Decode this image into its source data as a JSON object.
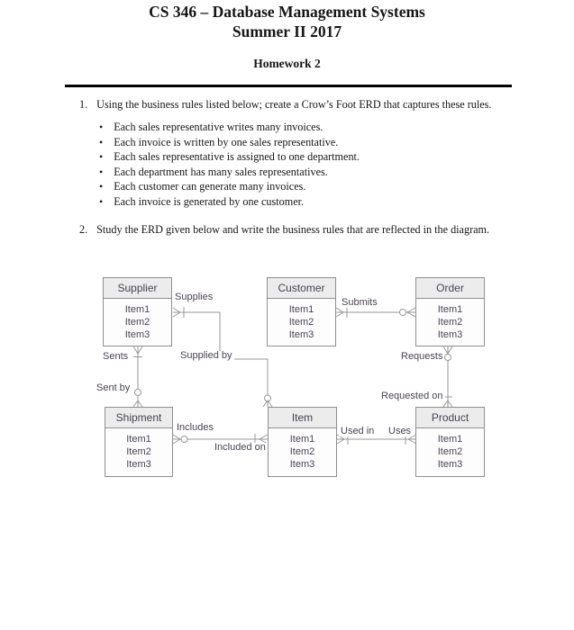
{
  "document": {
    "course_title": "CS 346 – Database Management Systems",
    "term": "Summer II 2017",
    "section_title": "Homework 2",
    "question1": {
      "number": "1.",
      "text": "Using the business rules listed below; create a Crow’s Foot ERD that captures these rules.",
      "bullets": [
        "Each sales representative writes many invoices.",
        "Each invoice is written by one sales representative.",
        "Each sales representative is assigned to one department.",
        "Each department has many sales representatives.",
        "Each customer can generate many invoices.",
        "Each invoice is generated by one customer."
      ]
    },
    "question2": {
      "number": "2.",
      "text": "Study the ERD given below and write the business rules that are reflected in the diagram."
    }
  },
  "diagram": {
    "entities": [
      {
        "name": "Supplier",
        "attributes": [
          "Item1",
          "Item2",
          "Item3"
        ]
      },
      {
        "name": "Customer",
        "attributes": [
          "Item1",
          "Item2",
          "Item3"
        ]
      },
      {
        "name": "Order",
        "attributes": [
          "Item1",
          "Item2",
          "Item3"
        ]
      },
      {
        "name": "Shipment",
        "attributes": [
          "Item1",
          "Item2",
          "Item3"
        ]
      },
      {
        "name": "Item",
        "attributes": [
          "Item1",
          "Item2",
          "Item3"
        ]
      },
      {
        "name": "Product",
        "attributes": [
          "Item1",
          "Item2",
          "Item3"
        ]
      }
    ],
    "labels": {
      "supplies": "Supplies",
      "supplied_by": "Supplied by",
      "sents": "Sents",
      "sent_by": "Sent by",
      "submits": "Submits",
      "requests": "Requests",
      "requested_on": "Requested on",
      "includes": "Includes",
      "included_on": "Included on",
      "used_in": "Used in",
      "uses": "Uses"
    },
    "colors": {
      "entity_header_bg": "#ececec",
      "entity_border": "#8f8f8f",
      "connector_line": "#979797",
      "diagram_text": "#4a4253"
    }
  }
}
